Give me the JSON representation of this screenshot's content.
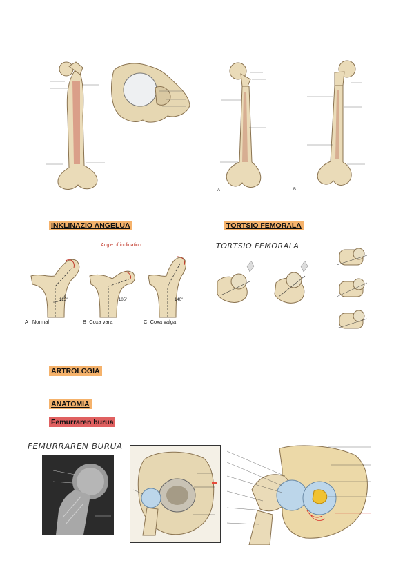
{
  "headings": {
    "inklinazio": "INKLINAZIO ANGELUA",
    "tortsio": "TORTSIO FEMORALA",
    "artrologia": "ARTROLOGIA",
    "anatomia": "ANATOMIA",
    "femurraren_burua": "Femurraren burua"
  },
  "handwritten": {
    "tortsio_title": "TORTSIO FEMORALA",
    "burua_title": "FEMURRAREN BURUA"
  },
  "inclination": {
    "title": "Angle of inclination",
    "captions": [
      {
        "letter": "A",
        "text": "Normal",
        "angle": "125°"
      },
      {
        "letter": "B",
        "text": "Coxa vara",
        "angle": "105°"
      },
      {
        "letter": "C",
        "text": "Coxa valga",
        "angle": "140°"
      }
    ]
  },
  "colors": {
    "orange_highlight": "#f5b26b",
    "red_highlight": "#e06060",
    "bone": "#eadbb8",
    "marrow": "#d48b7a",
    "cartilage": "#bcd6ea"
  }
}
